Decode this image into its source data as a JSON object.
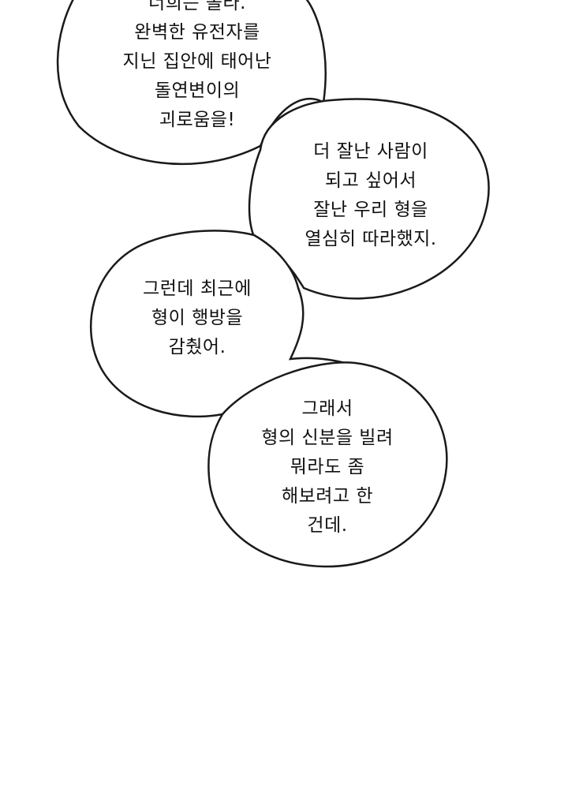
{
  "colors": {
    "background": "#ffffff",
    "bubble_fill": "#ffffff",
    "bubble_outline": "#1a1a1a",
    "text": "#111111"
  },
  "bubbles": [
    {
      "lines": [
        "너희는 몰라.",
        "완벽한 유전자를",
        "지닌 집안에 태어난",
        "돌연변이의",
        "괴로움을!"
      ]
    },
    {
      "lines": [
        "더 잘난 사람이",
        "되고 싶어서",
        "잘난 우리 형을",
        "열심히 따라했지."
      ]
    },
    {
      "lines": [
        "그런데 최근에",
        "형이 행방을",
        "감췄어."
      ]
    },
    {
      "lines": [
        "그래서",
        "형의 신분을 빌려",
        "뭐라도 좀",
        "해보려고 한",
        "건데."
      ]
    }
  ]
}
